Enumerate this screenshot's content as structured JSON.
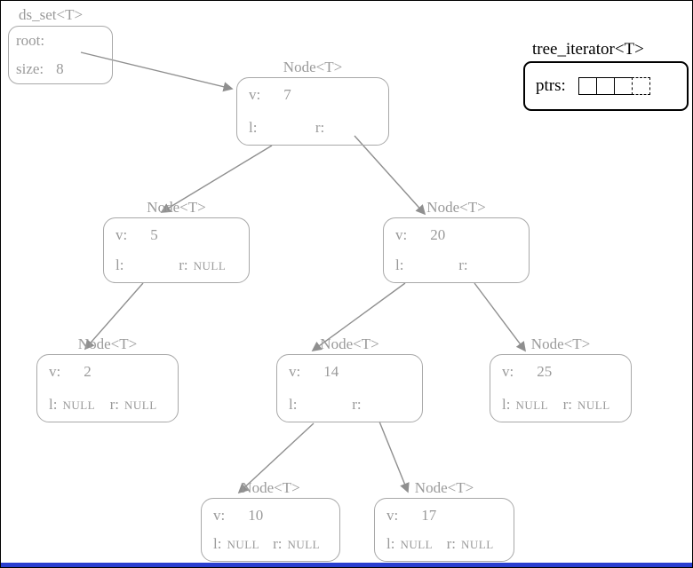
{
  "node_title": "Node<T>",
  "labels": {
    "v": "v:",
    "l": "l:",
    "r": "r:"
  },
  "nodes": [
    {
      "v": "7",
      "l": "",
      "r": ""
    },
    {
      "v": "5",
      "l": "",
      "r": "NULL"
    },
    {
      "v": "20",
      "l": "",
      "r": ""
    },
    {
      "v": "2",
      "l": "NULL",
      "r": "NULL"
    },
    {
      "v": "14",
      "l": "",
      "r": ""
    },
    {
      "v": "25",
      "l": "NULL",
      "r": "NULL"
    },
    {
      "v": "10",
      "l": "NULL",
      "r": "NULL"
    },
    {
      "v": "17",
      "l": "NULL",
      "r": "NULL"
    }
  ],
  "ds_set": {
    "title": "ds_set<T>",
    "root_label": "root:",
    "size_label": "size:",
    "size_value": "8"
  },
  "iterator": {
    "title": "tree_iterator<T>",
    "ptrs_label": "ptrs:",
    "cell_count": 4
  },
  "colors": {
    "node_gray": "#9a9a9a",
    "border_gray": "#a8a8a8",
    "arrow_gray": "#8f8f8f",
    "iterator_black": "#000000",
    "bottom_bar_blue": "#2a3fd0"
  }
}
